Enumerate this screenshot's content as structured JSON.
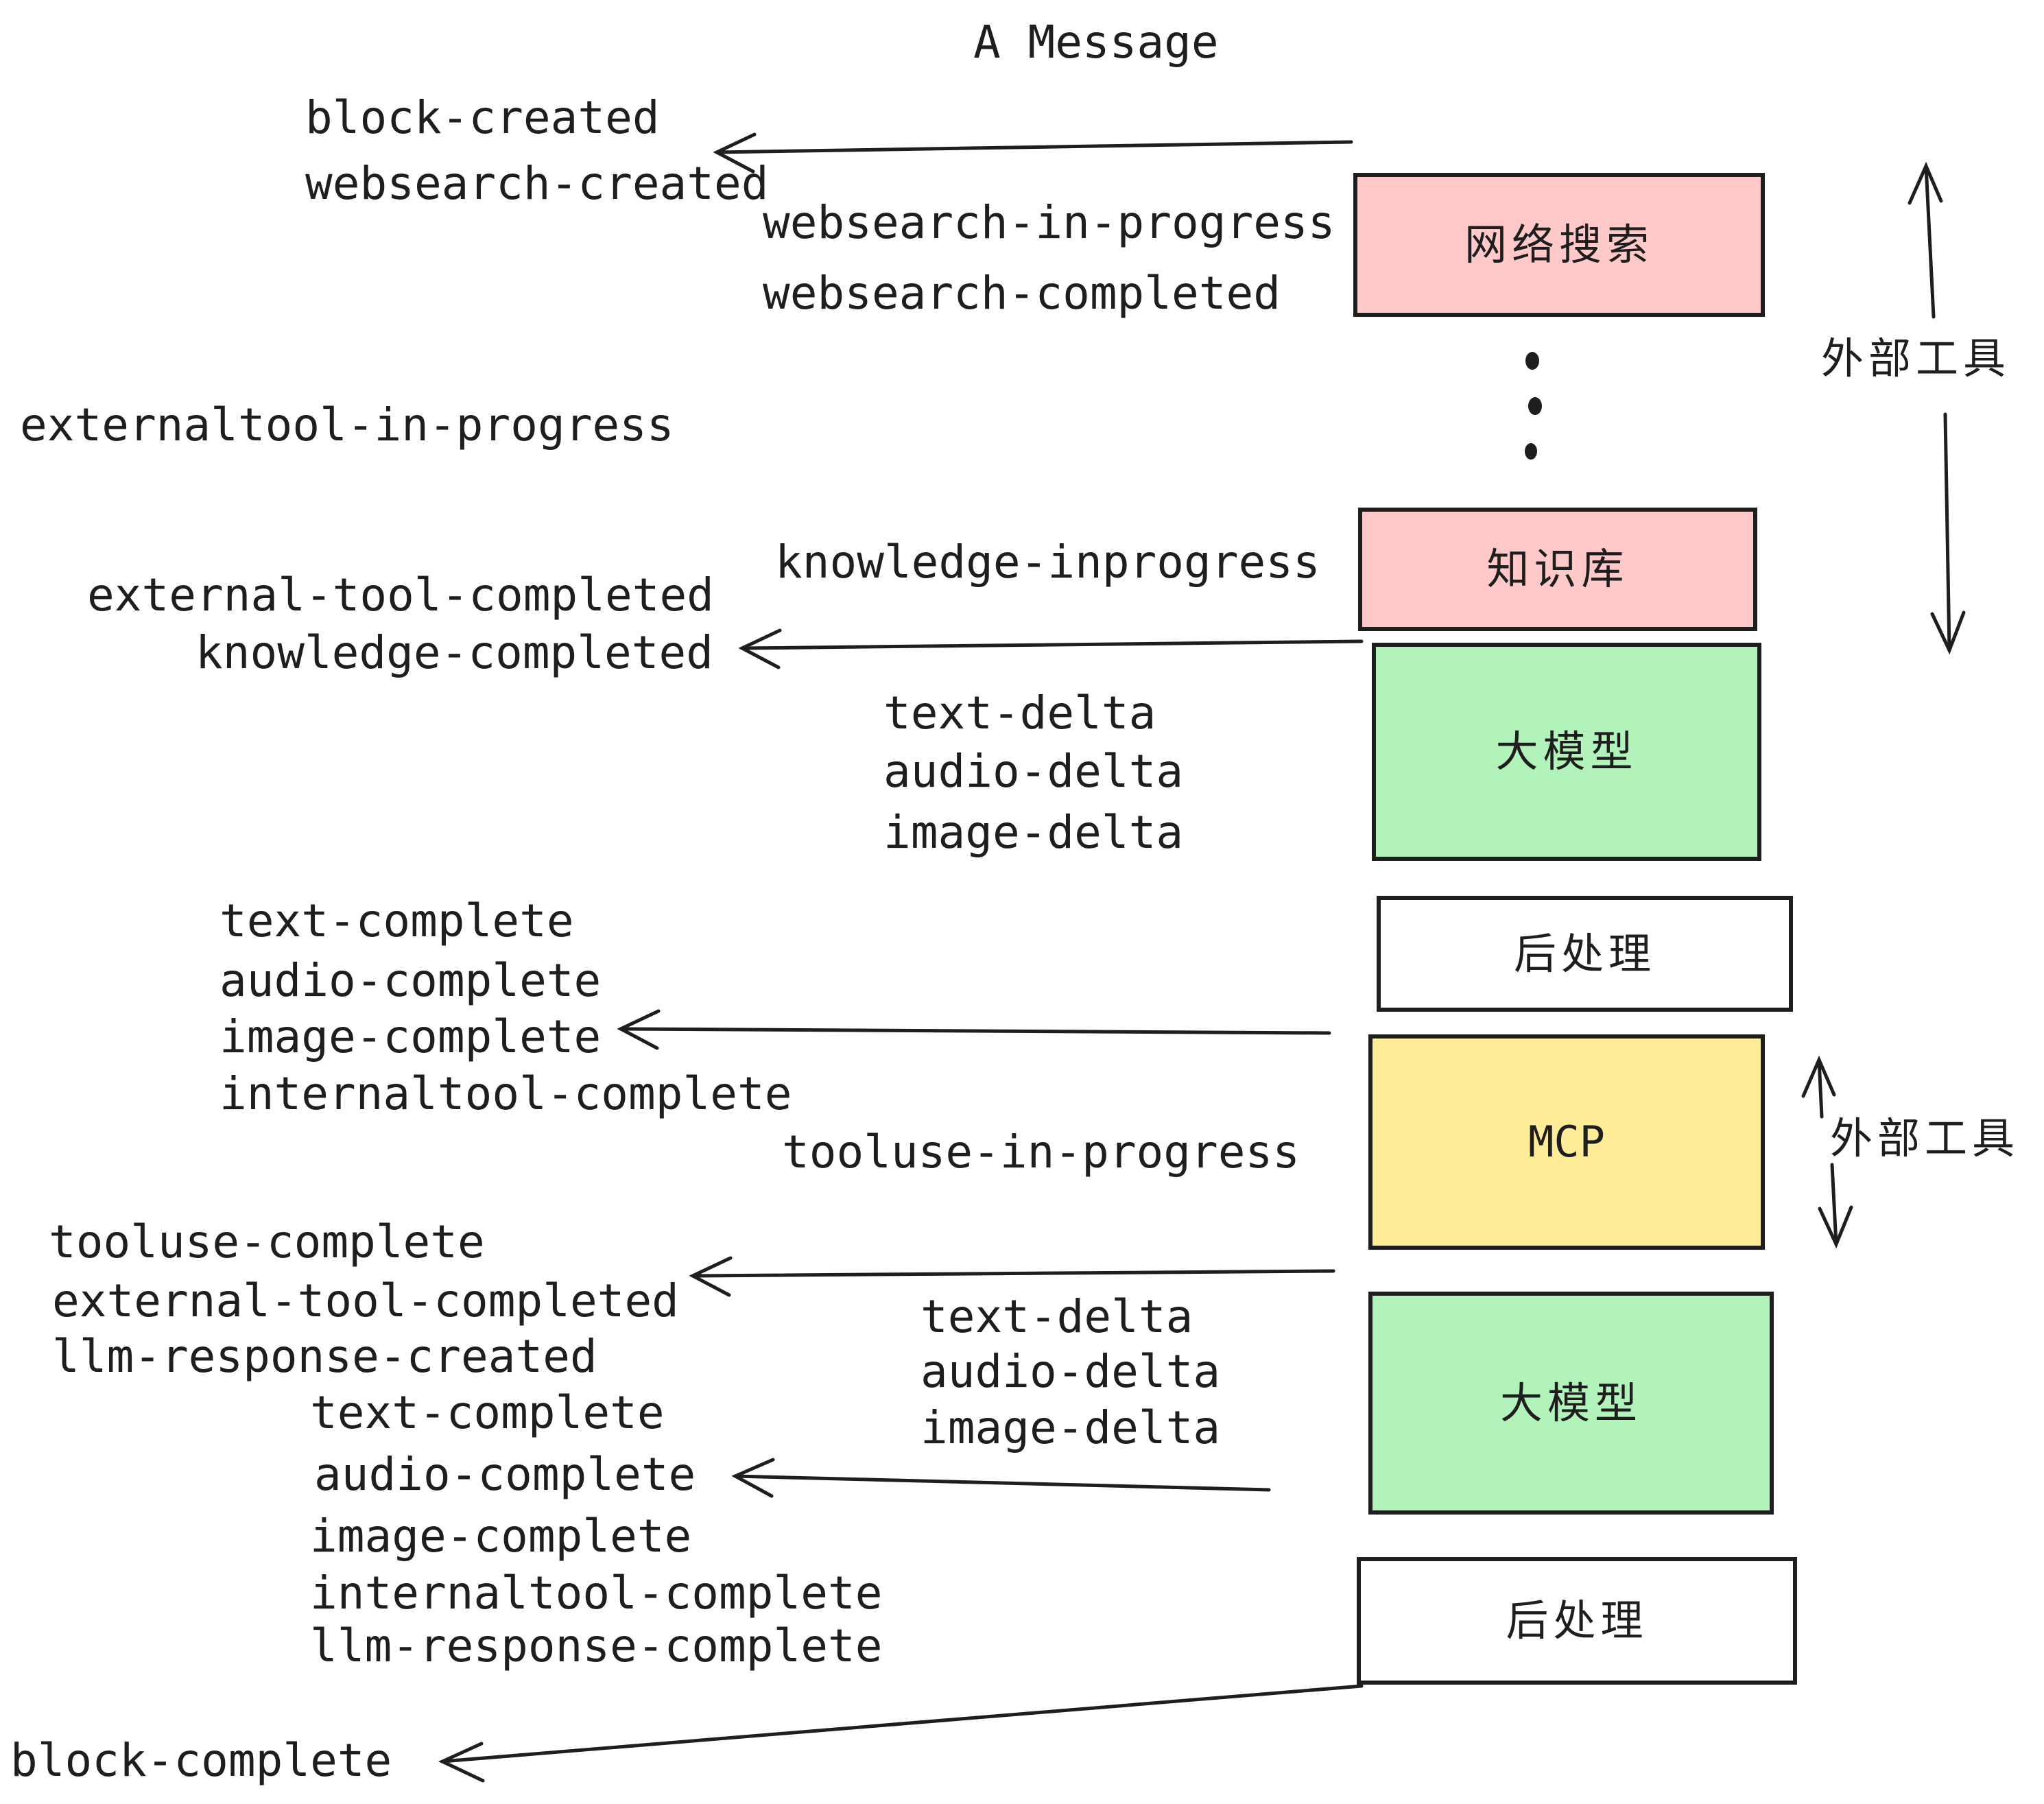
{
  "title": "A Message",
  "colors": {
    "ink": "#1e1e1e",
    "box_pink": "#ffc9c9",
    "box_green": "#b2f2bb",
    "box_yellow": "#ffec99",
    "box_white": "#ffffff"
  },
  "boxes": [
    {
      "id": "websearch",
      "label": "网络搜索",
      "color": "#ffc9c9"
    },
    {
      "id": "knowledge",
      "label": "知识库",
      "color": "#ffc9c9"
    },
    {
      "id": "llm-1",
      "label": "大模型",
      "color": "#b2f2bb"
    },
    {
      "id": "post-1",
      "label": "后处理",
      "color": "#ffffff"
    },
    {
      "id": "mcp",
      "label": "MCP",
      "color": "#ffec99"
    },
    {
      "id": "llm-2",
      "label": "大模型",
      "color": "#b2f2bb"
    },
    {
      "id": "post-2",
      "label": "后处理",
      "color": "#ffffff"
    }
  ],
  "side_labels": [
    {
      "label": "外部工具"
    },
    {
      "label": "外部工具"
    }
  ],
  "events": [
    {
      "text": "block-created"
    },
    {
      "text": "websearch-created"
    },
    {
      "text": "websearch-in-progress"
    },
    {
      "text": "websearch-completed"
    },
    {
      "text": "externaltool-in-progress"
    },
    {
      "text": "knowledge-inprogress"
    },
    {
      "text": "external-tool-completed"
    },
    {
      "text": "knowledge-completed"
    },
    {
      "text": "text-delta"
    },
    {
      "text": "audio-delta"
    },
    {
      "text": "image-delta"
    },
    {
      "text": "text-complete"
    },
    {
      "text": "audio-complete"
    },
    {
      "text": "image-complete"
    },
    {
      "text": "internaltool-complete"
    },
    {
      "text": "tooluse-in-progress"
    },
    {
      "text": "tooluse-complete"
    },
    {
      "text": "external-tool-completed"
    },
    {
      "text": "llm-response-created"
    },
    {
      "text": "text-complete"
    },
    {
      "text": "audio-complete"
    },
    {
      "text": "image-complete"
    },
    {
      "text": "internaltool-complete"
    },
    {
      "text": "llm-response-complete"
    },
    {
      "text": "text-delta"
    },
    {
      "text": "audio-delta"
    },
    {
      "text": "image-delta"
    },
    {
      "text": "block-complete"
    }
  ]
}
